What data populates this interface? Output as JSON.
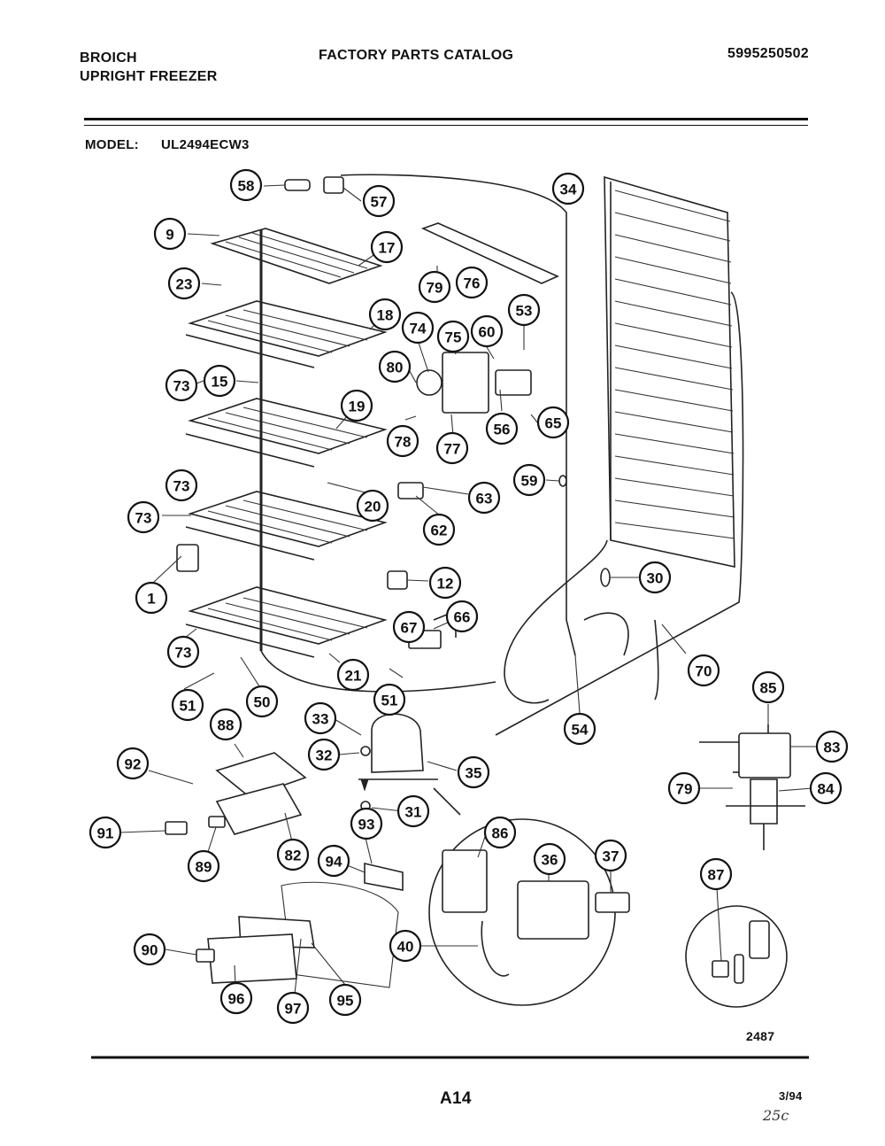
{
  "header": {
    "brand": "BROICH",
    "product": "UPRIGHT FREEZER",
    "catalog_title": "FACTORY PARTS CATALOG",
    "catalog_number": "5995250502",
    "model_label": "MODEL:",
    "model_value": "UL2494ECW3"
  },
  "footer": {
    "figure_number": "2487",
    "page_code": "A14",
    "date": "3/94",
    "handwritten_note": "25c"
  },
  "callouts": [
    "58",
    "57",
    "9",
    "17",
    "23",
    "79",
    "76",
    "34",
    "53",
    "18",
    "74",
    "75",
    "60",
    "73",
    "15",
    "80",
    "19",
    "78",
    "77",
    "56",
    "65",
    "59",
    "63",
    "73",
    "20",
    "62",
    "73",
    "1",
    "12",
    "30",
    "66",
    "67",
    "73",
    "21",
    "51",
    "50",
    "51",
    "70",
    "54",
    "85",
    "33",
    "88",
    "32",
    "83",
    "92",
    "35",
    "79",
    "84",
    "31",
    "91",
    "86",
    "36",
    "37",
    "93",
    "89",
    "82",
    "94",
    "87",
    "90",
    "40",
    "96",
    "97",
    "95"
  ]
}
